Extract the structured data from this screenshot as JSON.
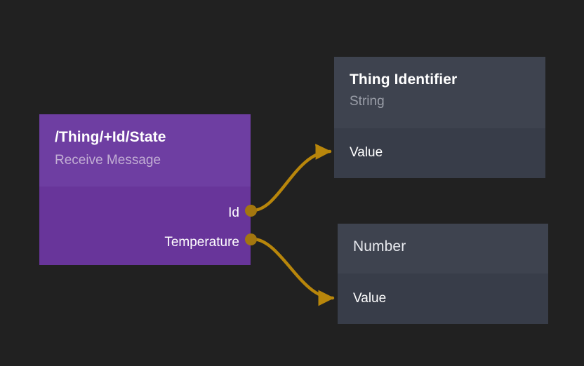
{
  "canvas": {
    "background_color": "#212121",
    "wire_color": "#b8860b",
    "port_color": "#a3760f"
  },
  "nodes": {
    "source": {
      "title": "/Thing/+Id/State",
      "subtitle": "Receive Message",
      "accent_color": "#68359a",
      "header_color": "#6e3ea2",
      "outputs": [
        {
          "label": "Id"
        },
        {
          "label": "Temperature"
        }
      ]
    },
    "target_a": {
      "title": "Thing Identifier",
      "subtitle": "String",
      "background_color": "#383d49",
      "header_color": "#3e434f",
      "inputs": [
        {
          "label": "Value"
        }
      ]
    },
    "target_b": {
      "title": "Number",
      "background_color": "#383d49",
      "header_color": "#3e434f",
      "inputs": [
        {
          "label": "Value"
        }
      ]
    }
  },
  "connections": [
    {
      "from": "Id",
      "to": "Thing Identifier.Value"
    },
    {
      "from": "Temperature",
      "to": "Number.Value"
    }
  ]
}
